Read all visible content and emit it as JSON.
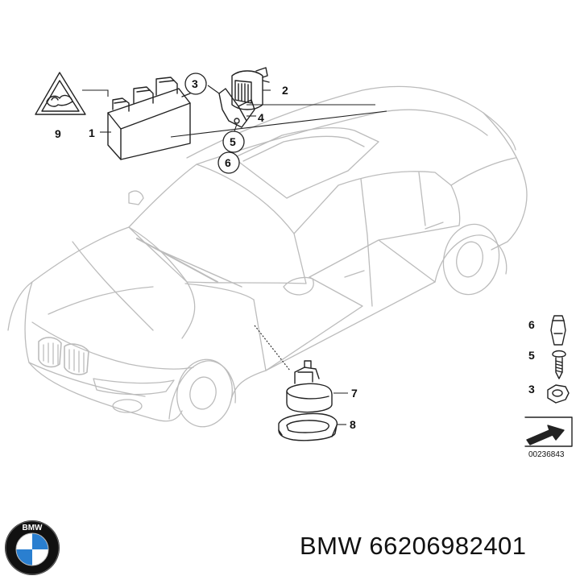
{
  "diagram": {
    "callouts": {
      "c1": "1",
      "c2": "2",
      "c3": "3",
      "c4": "4",
      "c5": "5",
      "c6": "6",
      "c7": "7",
      "c8": "8",
      "c9": "9"
    },
    "legend": {
      "l6": "6",
      "l5": "5",
      "l3": "3"
    },
    "reference_code": "00236843"
  },
  "logo": {
    "text": "BMW",
    "icon": "bmw-roundel-icon"
  },
  "caption": {
    "brand": "BMW",
    "part_number": "66206982401"
  },
  "colors": {
    "line": "#222222",
    "car_line": "#bdbdbd",
    "logo_blue": "#2a7fd0"
  }
}
